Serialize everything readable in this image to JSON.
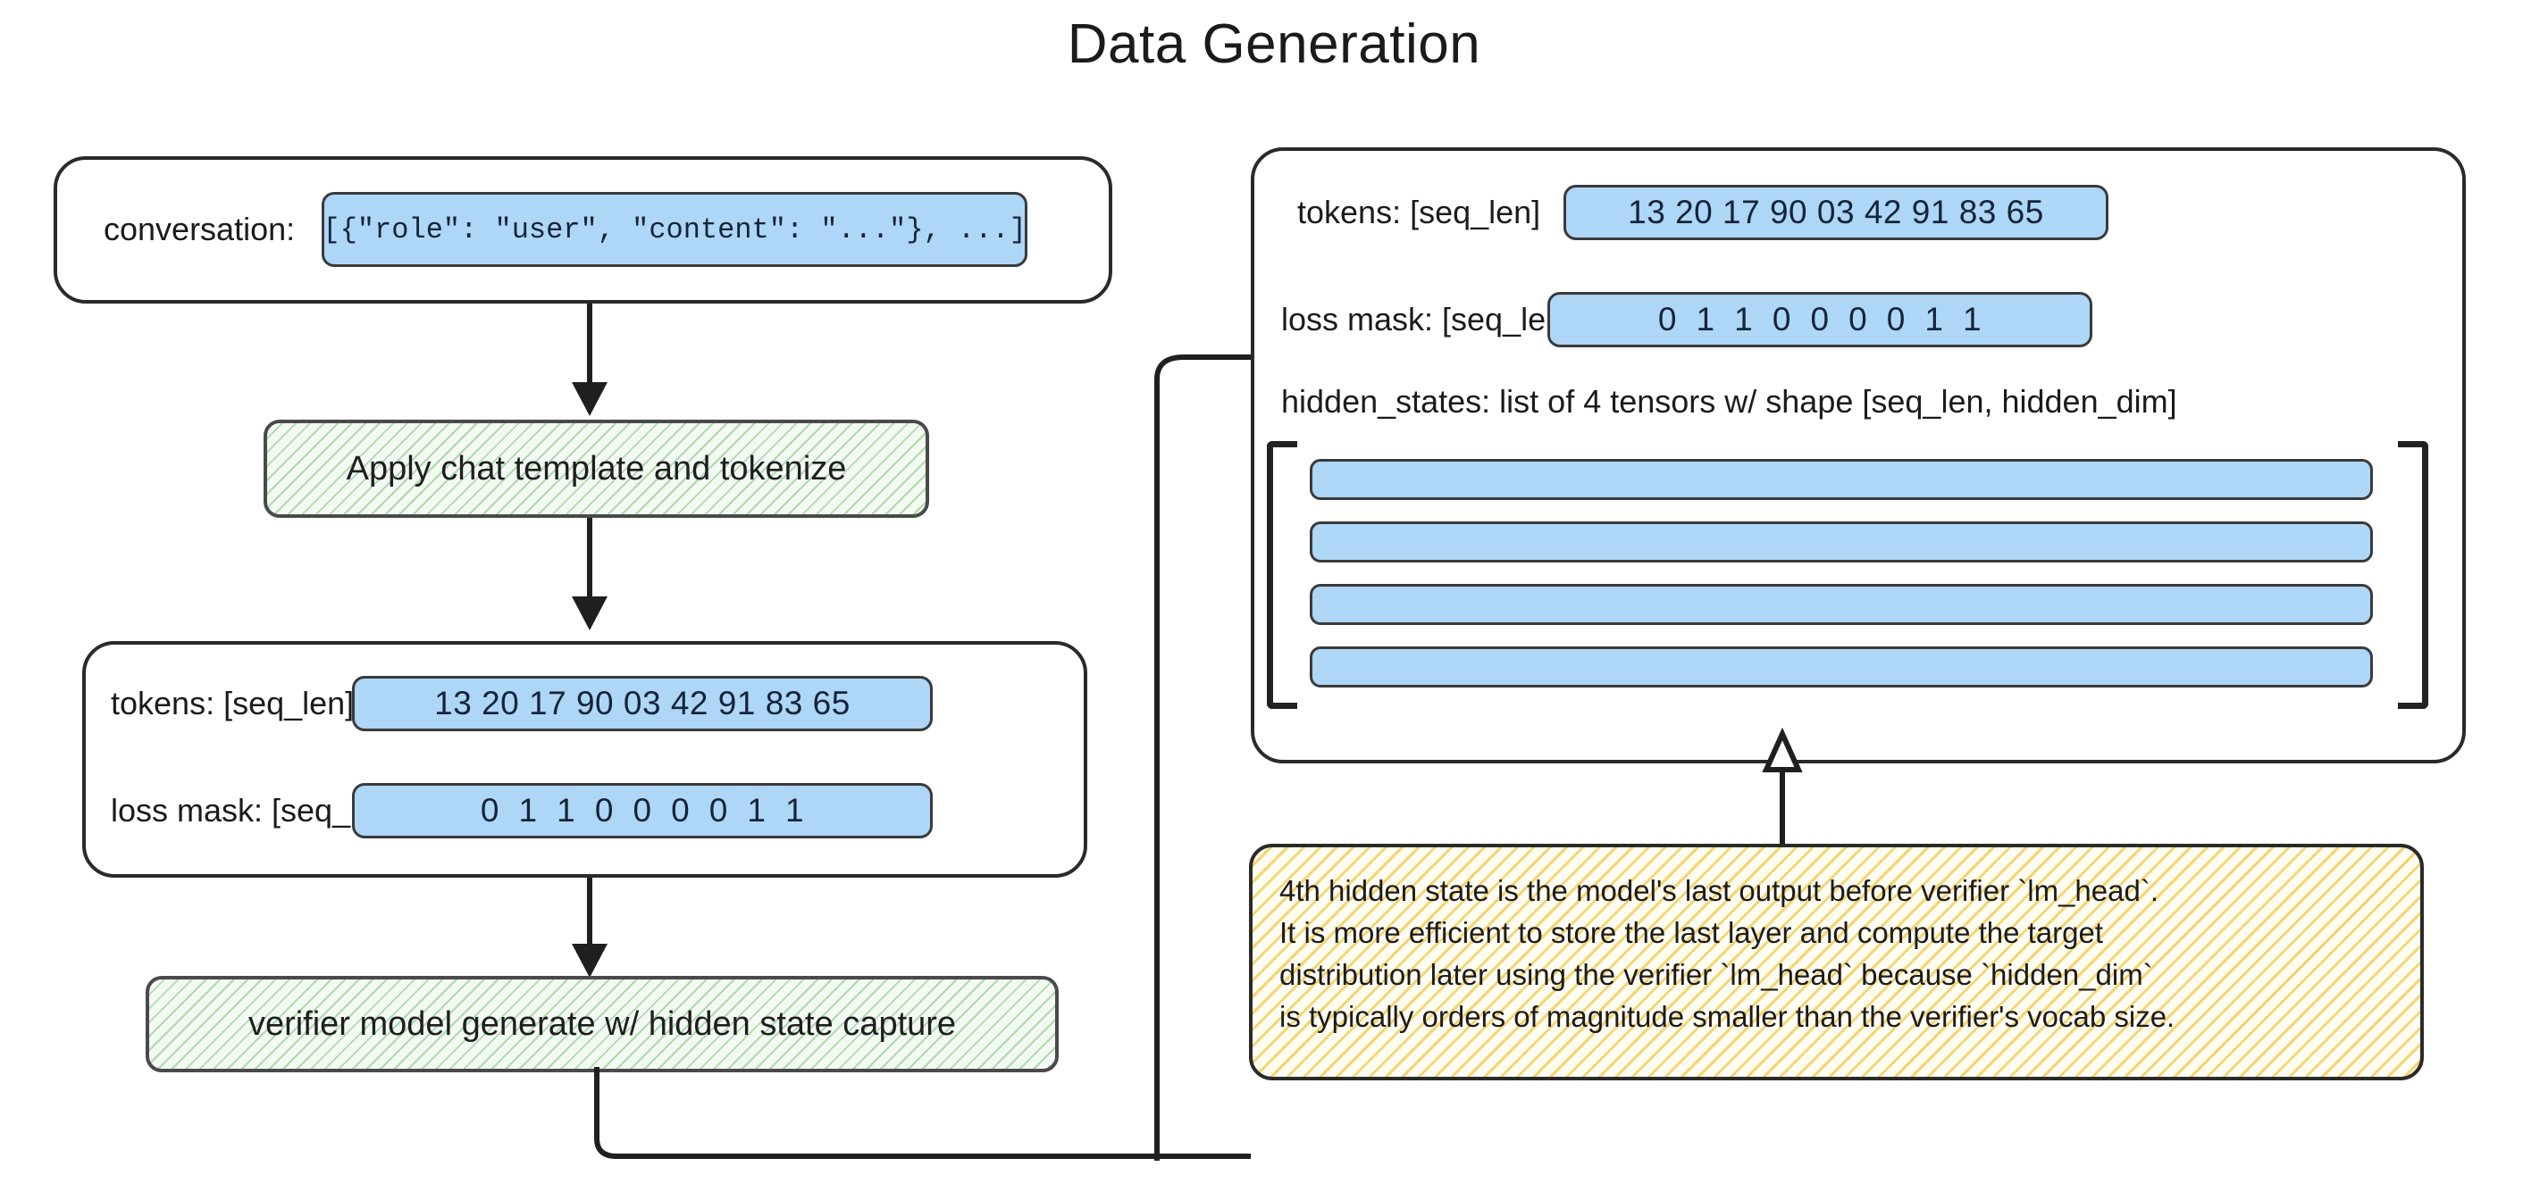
{
  "title": "Data Generation",
  "left_column": {
    "input_panel": {
      "field": {
        "label": "conversation:",
        "value": "[{\"role\": \"user\", \"content\": \"...\"}, ...]"
      }
    },
    "step_1": {
      "label": "Apply chat template and tokenize"
    },
    "tokenized_panel": {
      "rows": [
        {
          "label": "tokens: [seq_len]",
          "value": "13 20 17 90 03 42 91 83 65"
        },
        {
          "label": "loss mask: [seq_len]",
          "value": "0  1  1  0  0  0  0  1  1"
        }
      ]
    },
    "step_2": {
      "label": "verifier model generate w/ hidden state capture"
    }
  },
  "right_column": {
    "output_panel": {
      "rows": [
        {
          "label": "tokens: [seq_len]",
          "value": "13 20 17 90 03 42 91 83 65"
        },
        {
          "label": "loss mask: [seq_len]",
          "value": "0  1  1  0  0  0  0  1  1"
        }
      ],
      "hidden_states_label": "hidden_states: list of 4 tensors w/ shape [seq_len, hidden_dim]",
      "hidden_states_tensor_count": 4
    },
    "note": {
      "lines": [
        "4th hidden state is the model's last output before verifier `lm_head`.",
        "It is more efficient to store the last layer and compute the target",
        "distribution later using the verifier `lm_head` because `hidden_dim`",
        "is typically orders of magnitude smaller than the verifier's vocab size."
      ]
    }
  },
  "colors": {
    "tensor_fill": "#aed6f7",
    "process_hatch": "#78be78",
    "note_hatch": "#f0c846",
    "stroke": "#1f1f1f"
  }
}
